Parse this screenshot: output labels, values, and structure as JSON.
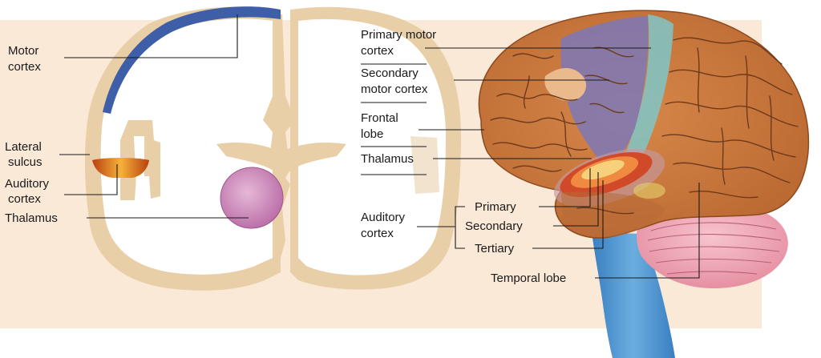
{
  "left": {
    "motor_cortex": [
      "Motor",
      "cortex"
    ],
    "lateral_sulcus": [
      "Lateral",
      "sulcus"
    ],
    "auditory_cortex": [
      "Auditory",
      "cortex"
    ],
    "thalamus": "Thalamus"
  },
  "right": {
    "primary_motor_cortex": [
      "Primary motor",
      "cortex"
    ],
    "secondary_motor_cortex": [
      "Secondary",
      "motor cortex"
    ],
    "frontal_lobe": [
      "Frontal",
      "lobe"
    ],
    "thalamus": "Thalamus",
    "auditory_cortex": [
      "Auditory",
      "cortex"
    ],
    "primary": "Primary",
    "secondary": "Secondary",
    "tertiary": "Tertiary",
    "temporal_lobe": "Temporal lobe"
  },
  "colors": {
    "background_panel": "#fbe9d8",
    "white_matter": "#ffffff",
    "gray_matter": "#e9cfa8",
    "motor_cortex": "#3e5fa8",
    "thalamus": "#c77db2",
    "auditory_primary": "#c7341b",
    "auditory_secondary": "#f0a040",
    "brain_surface": "#c9773d",
    "cerebellum": "#efa6b4",
    "brainstem": "#4f93cf"
  }
}
